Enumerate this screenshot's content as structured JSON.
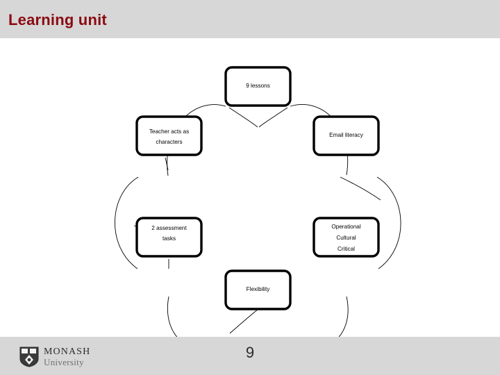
{
  "slide": {
    "title": "Learning unit",
    "page_number": "9",
    "title_color": "#8a0b12",
    "band_color": "#d7d7d7",
    "background_color": "#ffffff"
  },
  "footer": {
    "logo_name": "MONASH",
    "logo_subtitle": "University",
    "crest_icon": "monash-crest-icon"
  },
  "diagram": {
    "type": "cycle",
    "shape": "six-petal-flower",
    "nodes": [
      {
        "id": "lessons",
        "position": "top",
        "lines": [
          "9 lessons"
        ]
      },
      {
        "id": "email",
        "position": "upper-right",
        "lines": [
          "Email literacy"
        ]
      },
      {
        "id": "literacies",
        "position": "lower-right",
        "lines": [
          "Operational",
          "Cultural",
          "Critical"
        ]
      },
      {
        "id": "flexibility",
        "position": "bottom",
        "lines": [
          "Flexibility"
        ]
      },
      {
        "id": "assessment",
        "position": "lower-left",
        "lines": [
          "2 assessment",
          "tasks"
        ]
      },
      {
        "id": "teacher",
        "position": "upper-left",
        "lines": [
          "Teacher acts as",
          "characters"
        ]
      }
    ]
  }
}
